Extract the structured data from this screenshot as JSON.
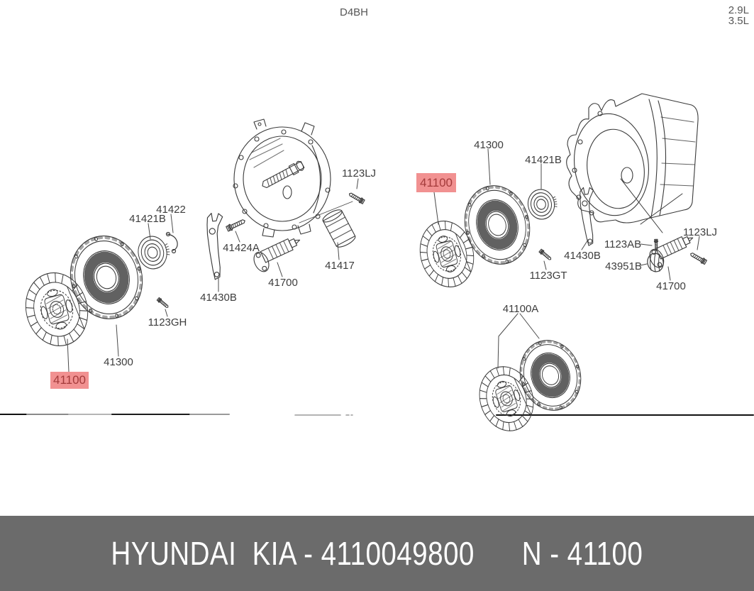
{
  "header": {
    "engine_code": "D4BH",
    "displacement_1": "2.9L",
    "displacement_2": "3.5L"
  },
  "footer": {
    "catalog_line": "HYUNDAI  KIA - 4110049800      N - 41100"
  },
  "colors": {
    "highlight_bg": "#f19191",
    "highlight_text": "#a43b3b",
    "label_text": "#3d3d3d",
    "line_art": "#3a3a3a",
    "footer_bg": "#6b6b6b",
    "footer_text": "#ffffff"
  },
  "left_assembly": {
    "labels": {
      "clutch_disc": "41100",
      "clutch_cover": "41300",
      "release_bearing": "41421B",
      "bearing_clip": "41422",
      "fork_pivot": "41424A",
      "release_fork": "41430B",
      "bolt_gh": "1123GH",
      "bolt_lj": "1123LJ",
      "release_cylinder": "41700",
      "boot": "41417"
    }
  },
  "right_assembly": {
    "labels": {
      "clutch_disc": "41100",
      "clutch_cover": "41300",
      "release_bearing": "41421B",
      "bolt_gt": "1123GT",
      "release_fork": "41430B",
      "bolt_ab": "1123AB",
      "bolt_lj": "1123LJ",
      "cap": "43951B",
      "release_cylinder": "41700",
      "clutch_kit": "41100A"
    }
  }
}
